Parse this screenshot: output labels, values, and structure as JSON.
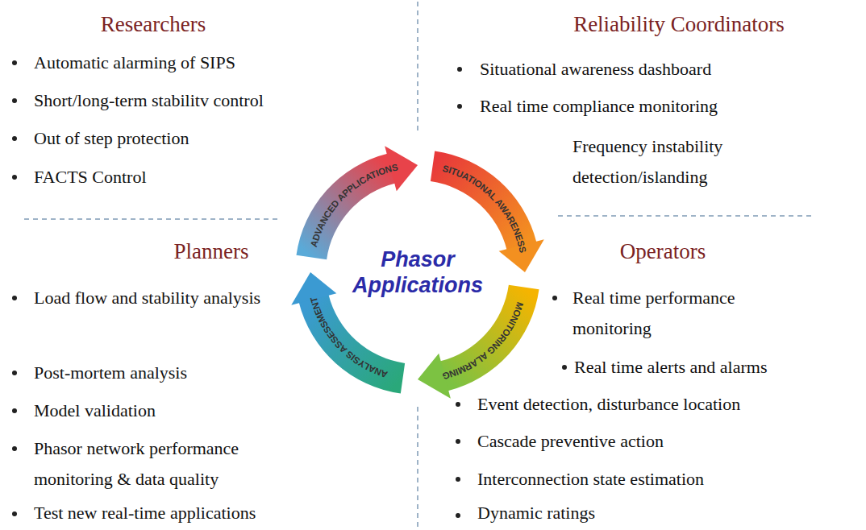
{
  "diagram": {
    "nodes": [
      {
        "text": [
          "ADVANCED APPLICATIONS"
        ]
      },
      {
        "text": [
          "SITUATIONAL AWARENESS"
        ]
      },
      {
        "text": [
          "Phasor Applications"
        ]
      },
      {
        "text": [
          "ANALYSIS ASSESSMENT"
        ]
      },
      {
        "text": [
          "MONITORING ALARMING"
        ]
      }
    ],
    "labels": [
      "Researchers",
      "Automatic alarming of SIPS",
      "Short/long-term stabilitv control",
      "Out of step protection",
      "FACTS Control",
      "Reliability Coordinators",
      "Situational awareness dashboard",
      "Real time compliance monitoring",
      "Frequency instability detection/islanding",
      "Planners",
      "Load flow and stability analysis",
      "Post-mortem analysis",
      "Model validation",
      "Phasor network performance monitoring & data quality",
      "Test new real-time applications",
      "Operators",
      "Real time performance monitoring",
      "Real time alerts and alarms",
      "Event detection, disturbance location",
      "Cascade preventive action",
      "Interconnection state estimation",
      "Dynamic ratings"
    ]
  }
}
